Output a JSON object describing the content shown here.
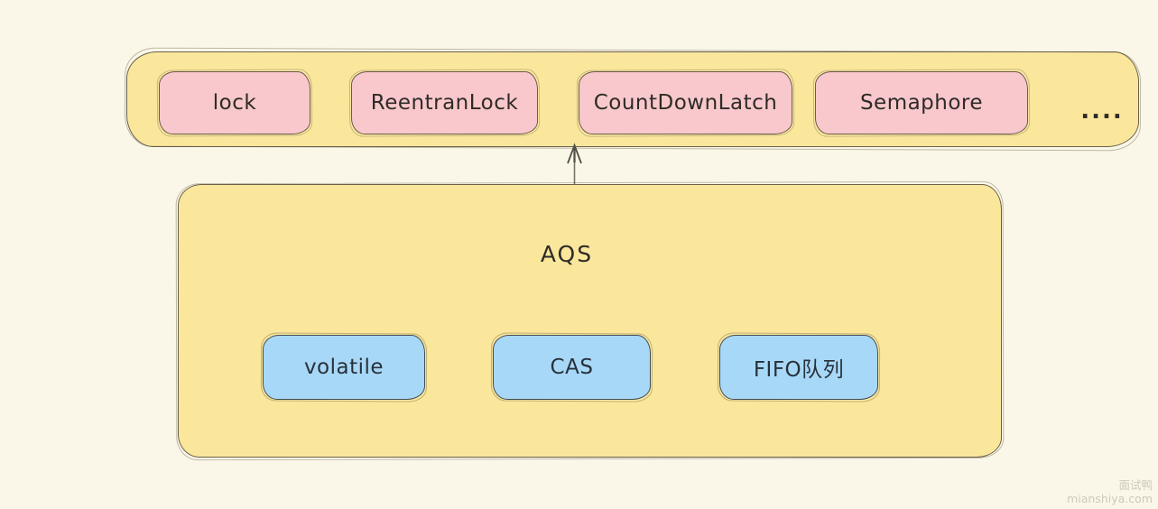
{
  "diagram": {
    "top_bar": {
      "items": [
        {
          "label": "lock"
        },
        {
          "label": "ReentranLock"
        },
        {
          "label": "CountDownLatch"
        },
        {
          "label": "Semaphore"
        }
      ],
      "more_label": "...."
    },
    "aqs": {
      "title": "AQS",
      "children": [
        {
          "label": "volatile"
        },
        {
          "label": "CAS"
        },
        {
          "label": "FIFO队列"
        }
      ]
    },
    "arrow": {
      "direction": "up",
      "from": "aqs-container",
      "to": "lock-classes-bar"
    },
    "watermark": {
      "line1": "面试鸭",
      "line2": "mianshiya.com"
    },
    "colors": {
      "background": "#fbf7e8",
      "container_fill": "#fae79c",
      "container_border": "#6b6149",
      "pink_fill": "#f8c8cd",
      "pink_border": "#6b5a4c",
      "blue_fill": "#a8d8f7",
      "blue_border": "#454d55",
      "text": "#2e2b26",
      "arrow": "#76736a",
      "watermark": "#cdc9bb"
    }
  }
}
